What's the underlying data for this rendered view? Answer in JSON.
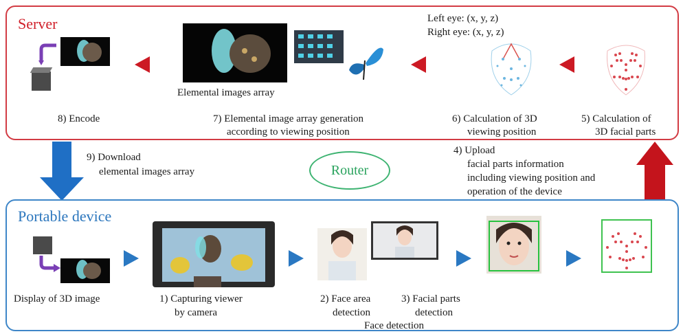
{
  "server": {
    "title": "Server",
    "eye_left": "Left eye: (x, y, z)",
    "eye_right": "Right eye: (x, y, z)",
    "array_caption": "Elemental images array",
    "step8": "8) Encode",
    "step7_line1": "7) Elemental image array generation",
    "step7_line2": "according to viewing position",
    "step6_line1": "6) Calculation of 3D",
    "step6_line2": "viewing position",
    "step5_line1": "5) Calculation of",
    "step5_line2": "3D facial parts"
  },
  "transfer": {
    "download_line1": "9) Download",
    "download_line2": "elemental images array",
    "router": "Router",
    "upload_line1": "4) Upload",
    "upload_line2": "facial parts information",
    "upload_line3": "including viewing position and",
    "upload_line4": "operation of the device"
  },
  "device": {
    "title": "Portable device",
    "display": "Display of 3D image",
    "step1_line1": "1) Capturing viewer",
    "step1_line2": "by camera",
    "step2_line1": "2) Face area",
    "step2_line2": "detection",
    "step3_line1": "3) Facial parts",
    "step3_line2": "detection",
    "face_detection": "Face detection"
  },
  "colors": {
    "server": "#d23b43",
    "device": "#3e86c8",
    "router": "#3db371"
  }
}
